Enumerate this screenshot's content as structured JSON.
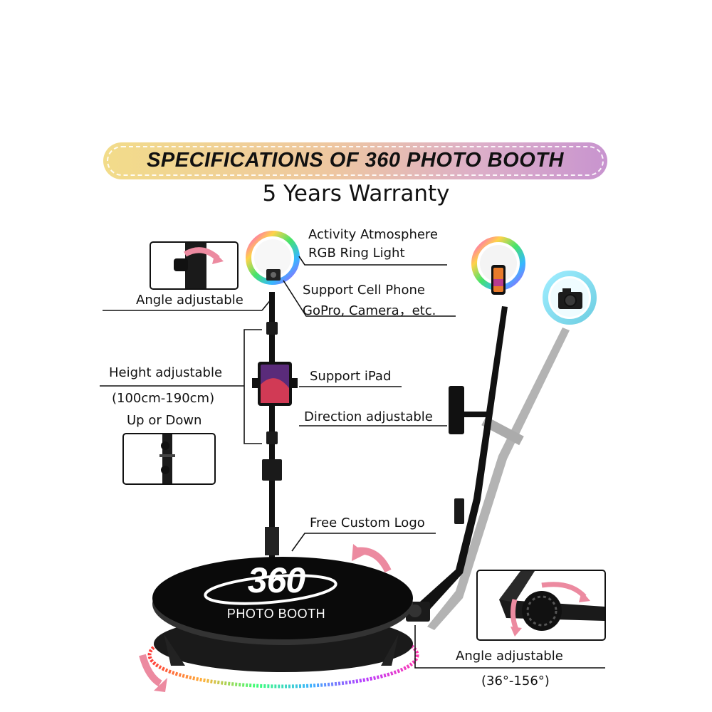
{
  "header": {
    "title": "SPECIFICATIONS OF 360 PHOTO BOOTH",
    "subtitle": "5 Years Warranty"
  },
  "callouts": {
    "ring_light_line1": "Activity Atmosphere",
    "ring_light_line2": "RGB Ring Light",
    "angle_top": "Angle adjustable",
    "support_phone_line1": "Support Cell Phone",
    "support_phone_line2": "GoPro, Camera，etc.",
    "height_adjustable": "Height adjustable",
    "height_range": "(100cm-190cm)",
    "up_down": "Up or Down",
    "support_ipad": "Support iPad",
    "direction_adjustable": "Direction adjustable",
    "free_logo": "Free Custom Logo",
    "angle_bottom": "Angle adjustable",
    "angle_range": "(36°-156°)"
  },
  "platform_logo": {
    "number": "360",
    "text": "PHOTO BOOTH"
  },
  "colors": {
    "banner_gradient": [
      "#f2dc8a",
      "#eec7a0",
      "#dcaec9",
      "#c894cf"
    ],
    "arrow_pink": "#ec8aa0",
    "platform": "#0a0a0a"
  },
  "icons": [
    "rotate-arrow-icon",
    "ring-light-icon",
    "phone-icon",
    "camera-icon",
    "tablet-icon"
  ]
}
